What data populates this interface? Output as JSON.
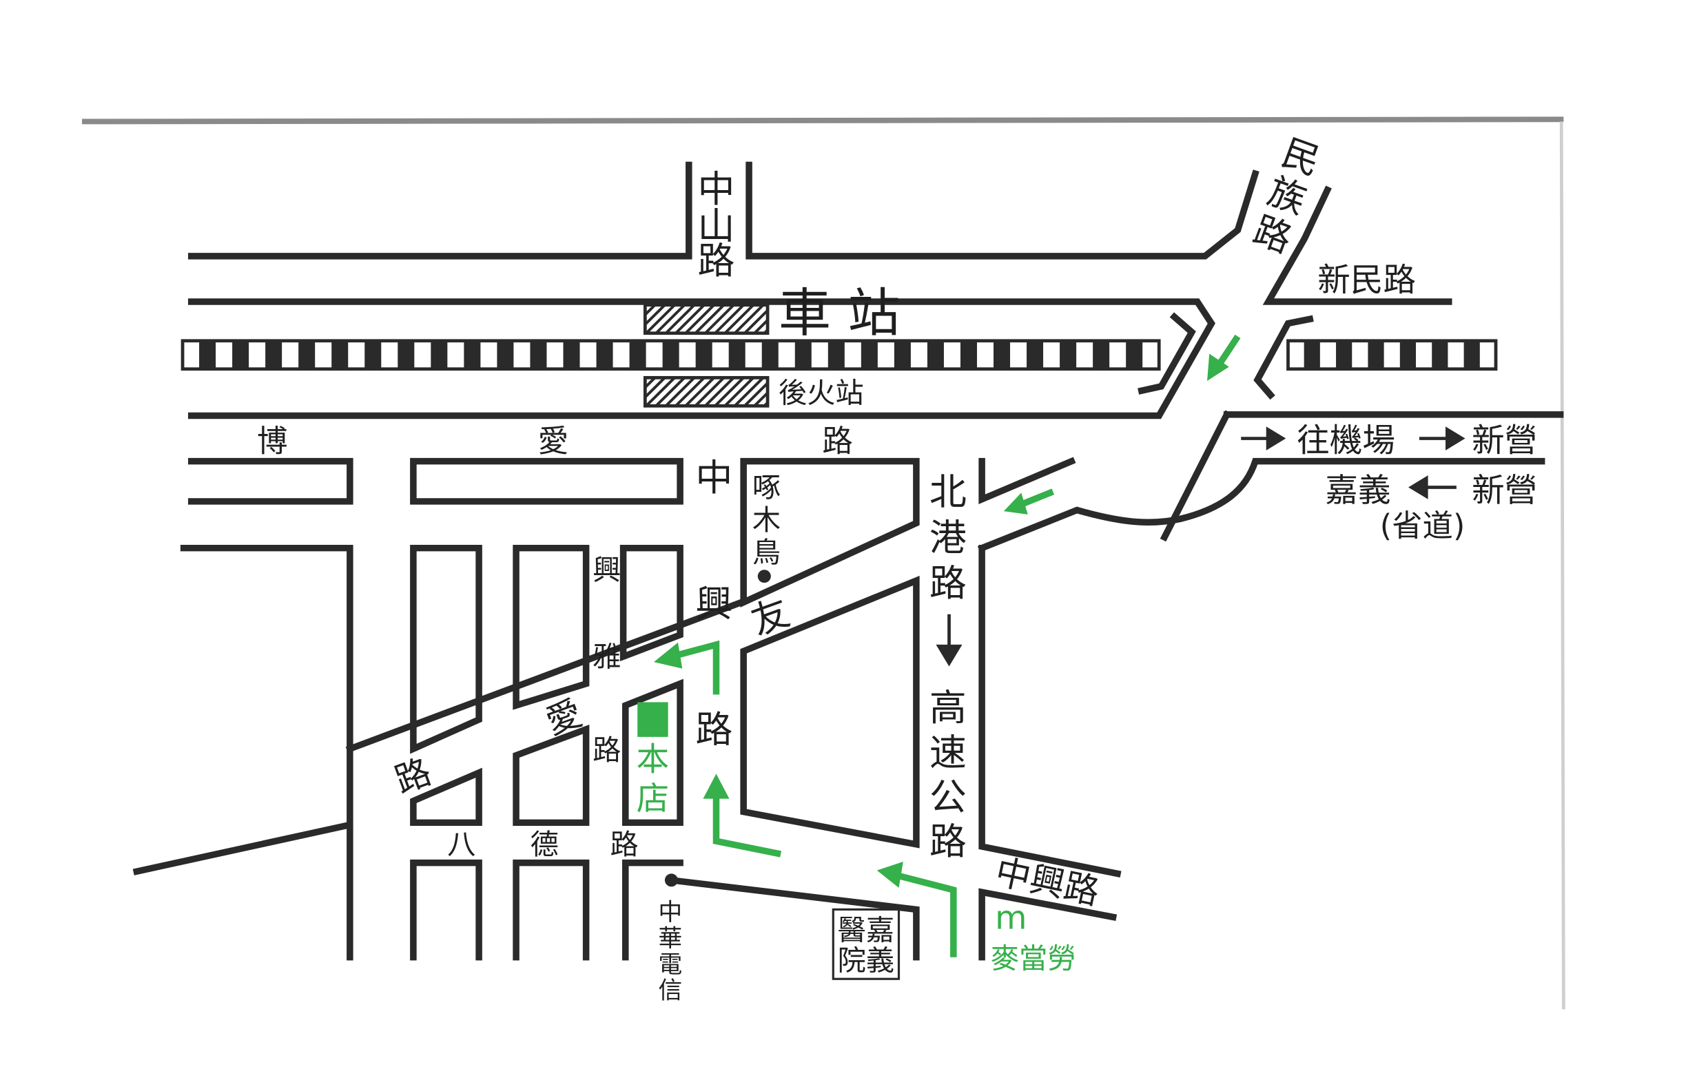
{
  "colors": {
    "route": "#36b04a",
    "ink": "#2a2a2a",
    "paper": "#ffffff"
  },
  "labels": {
    "zhongshan_road": [
      "中",
      "山",
      "路"
    ],
    "minzu_road": [
      "民",
      "族",
      "路"
    ],
    "xinmin_road": "新民路",
    "station": "車 站",
    "back_station": "後火站",
    "boai_road": [
      "博",
      "愛",
      "路"
    ],
    "zhongxing_road_vertical": [
      "中",
      "興",
      "路"
    ],
    "woodpecker": [
      "啄",
      "木",
      "鳥"
    ],
    "friend": "友",
    "beigang_road": [
      "北",
      "港",
      "路"
    ],
    "highway_road": [
      "高",
      "速",
      "公",
      "路"
    ],
    "to_airport": "往機場",
    "xinying_top": "新營",
    "jiayi": "嘉義",
    "xinying_bottom": "新營",
    "provincial_road": "(省道)",
    "xingya_road": [
      "興",
      "雅",
      "路"
    ],
    "ai_road_diagonal": [
      "路",
      "愛"
    ],
    "head_store": [
      "本",
      "店"
    ],
    "bade_road": [
      "八",
      "德",
      "路"
    ],
    "chunghwa_telecom": [
      "中",
      "華",
      "電",
      "信"
    ],
    "jiayi_hospital_right": [
      "嘉",
      "義"
    ],
    "jiayi_hospital_left": [
      "醫",
      "院"
    ],
    "zhongxing_road_lower": "中興路",
    "mcdonalds_logo": "m",
    "mcdonalds": "麥當勞"
  },
  "icons": {
    "arrow_right": "arrow-right-icon",
    "arrow_left": "arrow-left-icon",
    "arrow_down": "arrow-down-icon",
    "landmark_dot": "location-dot-icon",
    "store_marker": "store-square-icon"
  }
}
